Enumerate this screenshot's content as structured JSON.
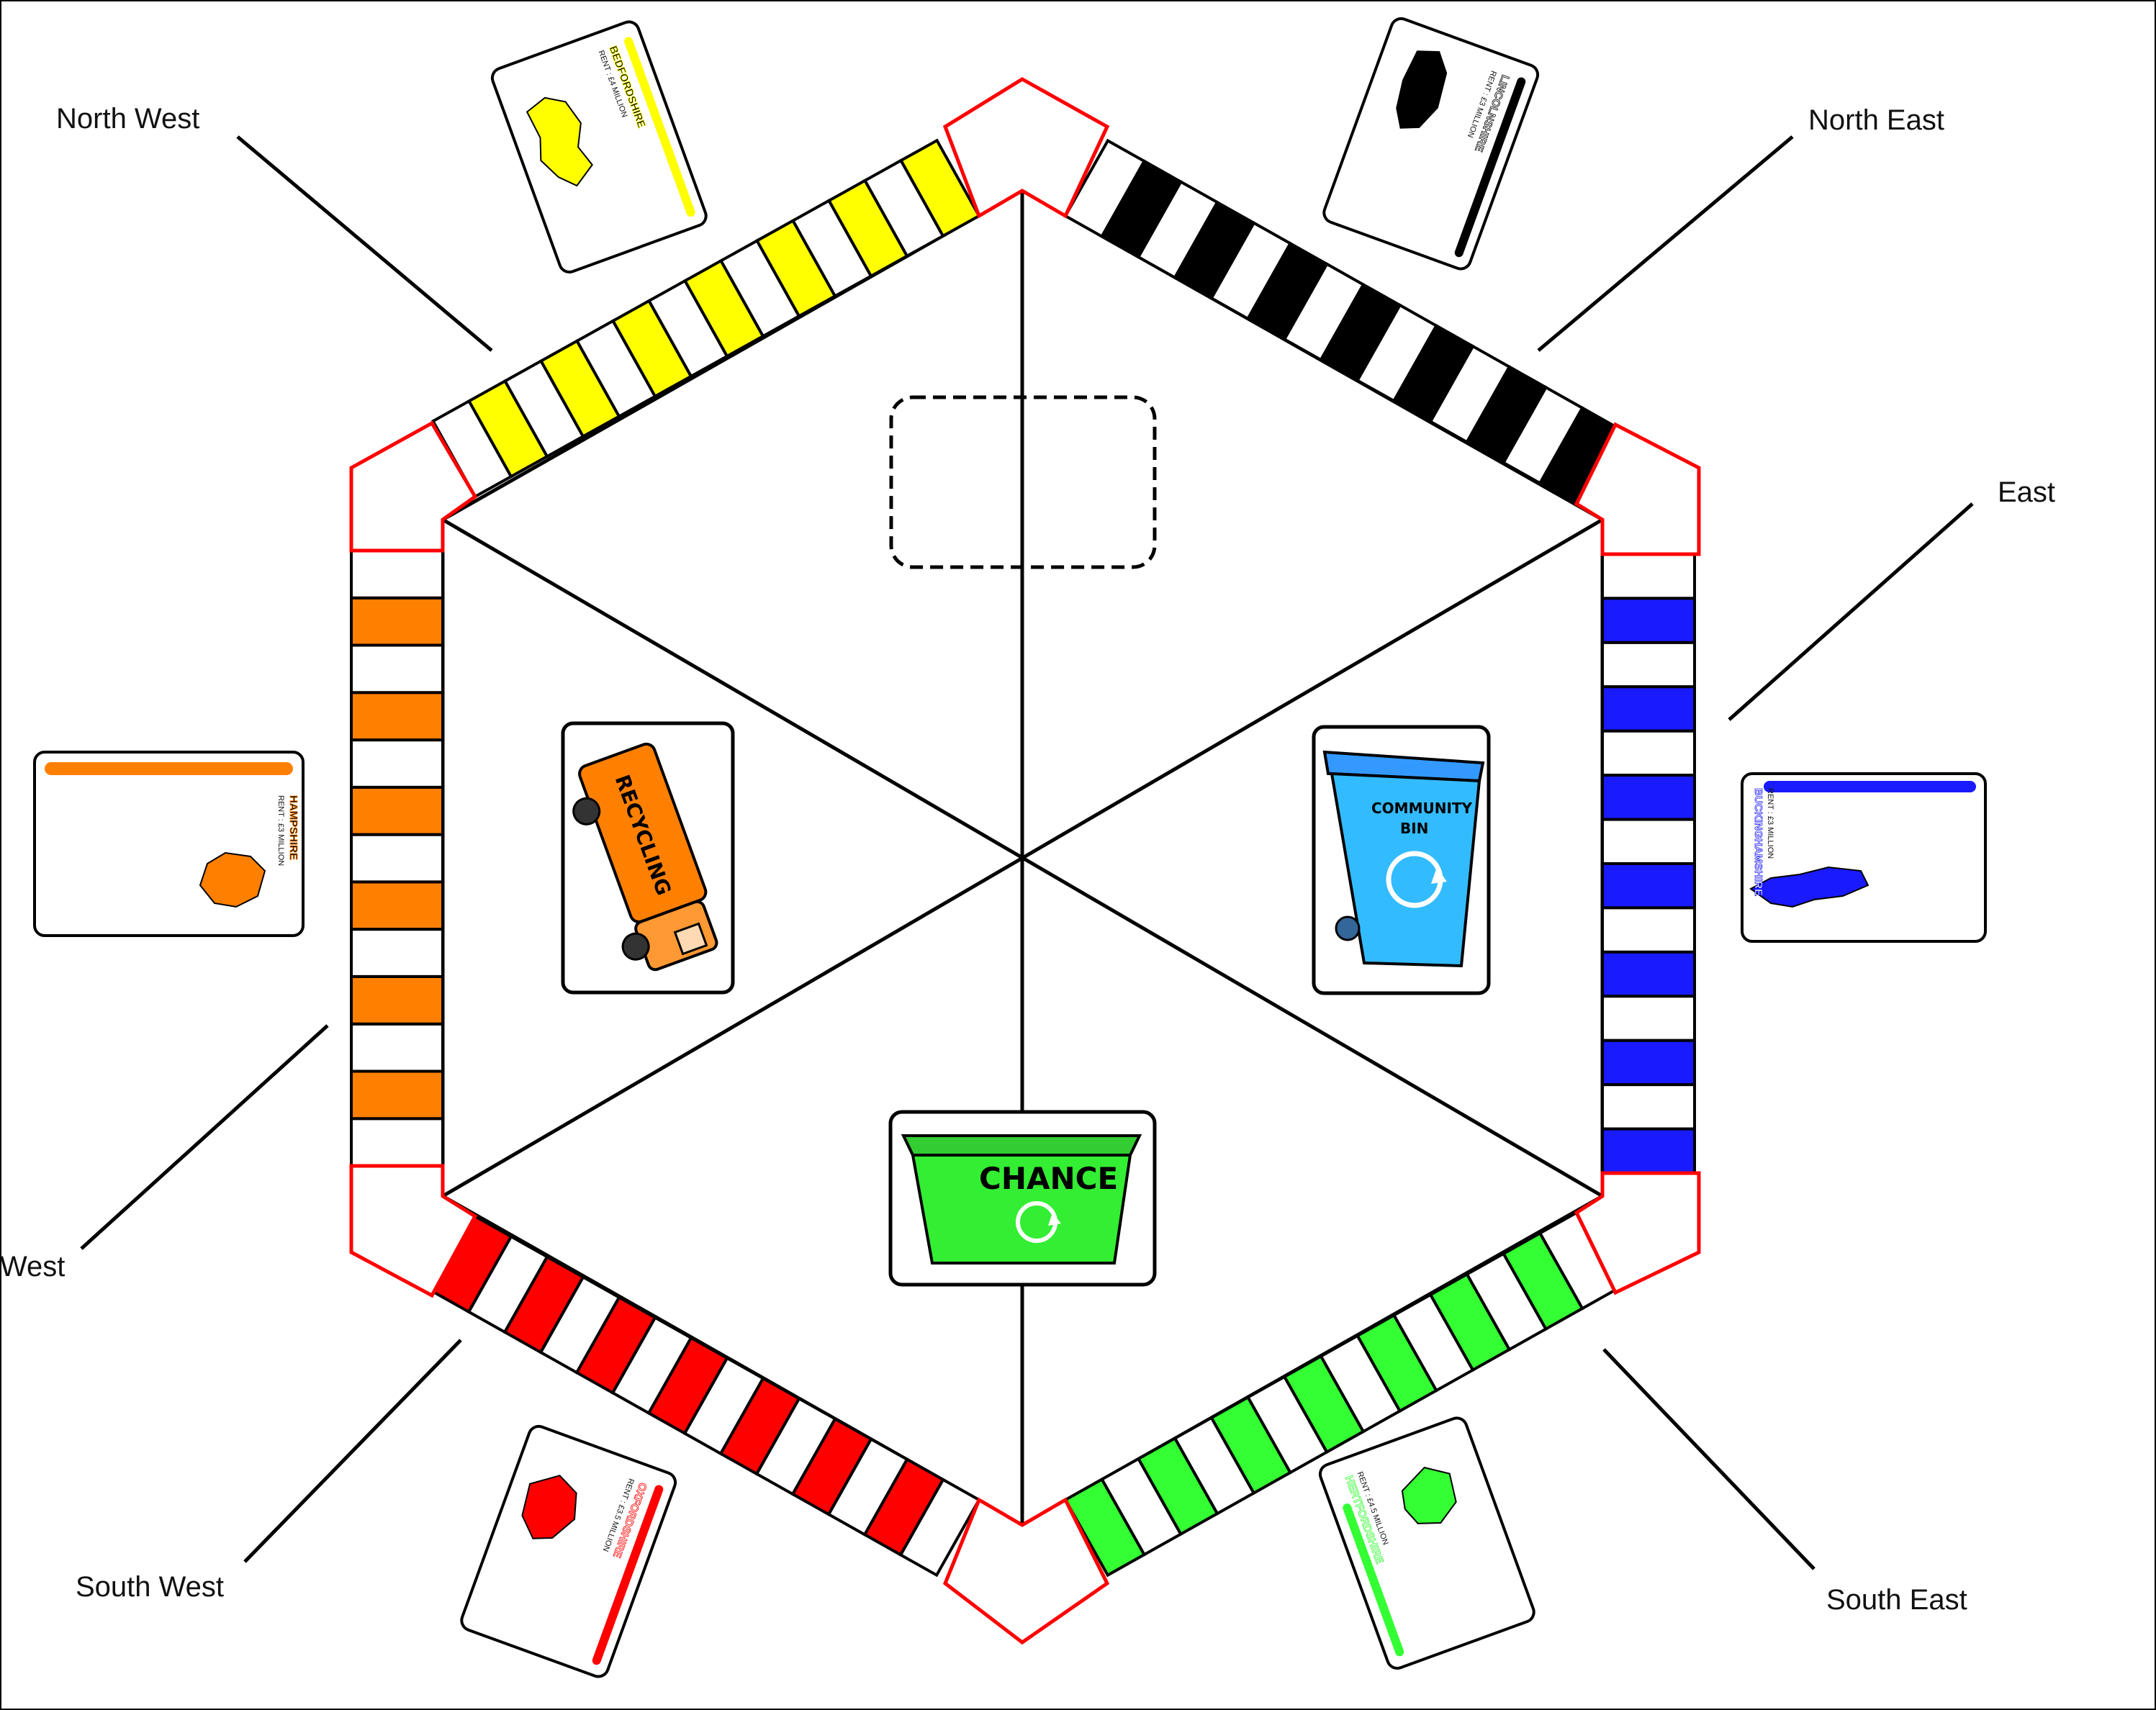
{
  "regions": {
    "north_west": "North West",
    "north_east": "North East",
    "east": "East",
    "west": "West",
    "south_west": "South West",
    "south_east": "South East"
  },
  "cards": {
    "bedfordshire": {
      "title": "BEDFORDSHIRE",
      "rent": "RENT : £4 MILLION",
      "color": "#ffff00"
    },
    "lincolnshire": {
      "title": "LINCOLNSHIRE",
      "rent": "RENT : £3 MILLION",
      "color": "#000000"
    },
    "hampshire": {
      "title": "HAMPSHIRE",
      "rent": "RENT : £3 MILLION",
      "color": "#ff8000"
    },
    "buckinghamshire": {
      "title": "BUCKINGHAMSHIRE",
      "rent": "RENT : £3 MILLION",
      "color": "#1a1aff"
    },
    "oxfordshire": {
      "title": "OXFORDSHIRE",
      "rent": "RENT : £3.5 MILLION",
      "color": "#ff0000"
    },
    "hertfordshire": {
      "title": "HERTFORDSHIRE",
      "rent": "RENT : £4.5 MILLION",
      "color": "#33ff33"
    }
  },
  "centre": {
    "truck_label": "RECYCLING",
    "bin_label_1": "COMMUNITY",
    "bin_label_2": "BIN",
    "chance_label": "CHANCE"
  },
  "colors": {
    "corner_outline": "#ff0000",
    "north_west_band": "#ffff00",
    "north_east_band": "#000000",
    "west_band": "#ff8000",
    "east_band": "#1a1aff",
    "south_west_band": "#ff0000",
    "south_east_band": "#33ff33"
  }
}
